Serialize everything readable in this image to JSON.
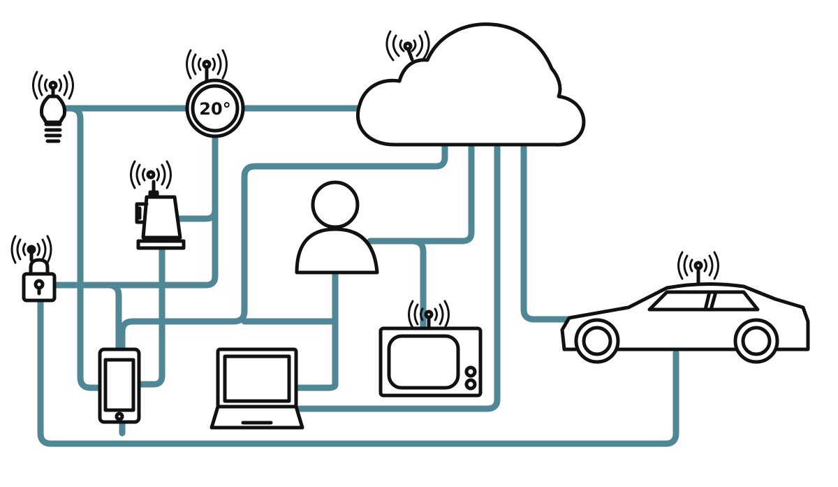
{
  "colors": {
    "wire": "#4f8796",
    "ink": "#111111",
    "background": "#ffffff"
  },
  "diagram": {
    "nodes": [
      {
        "id": "cloud",
        "icon": "cloud-icon"
      },
      {
        "id": "bulb",
        "icon": "light-bulb-icon"
      },
      {
        "id": "thermostat",
        "icon": "thermostat-icon",
        "label": "20°"
      },
      {
        "id": "kettle",
        "icon": "kettle-icon"
      },
      {
        "id": "lock",
        "icon": "padlock-icon"
      },
      {
        "id": "user",
        "icon": "person-icon"
      },
      {
        "id": "phone",
        "icon": "smartphone-icon"
      },
      {
        "id": "laptop",
        "icon": "laptop-icon"
      },
      {
        "id": "tv",
        "icon": "tv-icon"
      },
      {
        "id": "car",
        "icon": "car-icon"
      }
    ],
    "signal_icon": "wifi-signal-icon"
  }
}
